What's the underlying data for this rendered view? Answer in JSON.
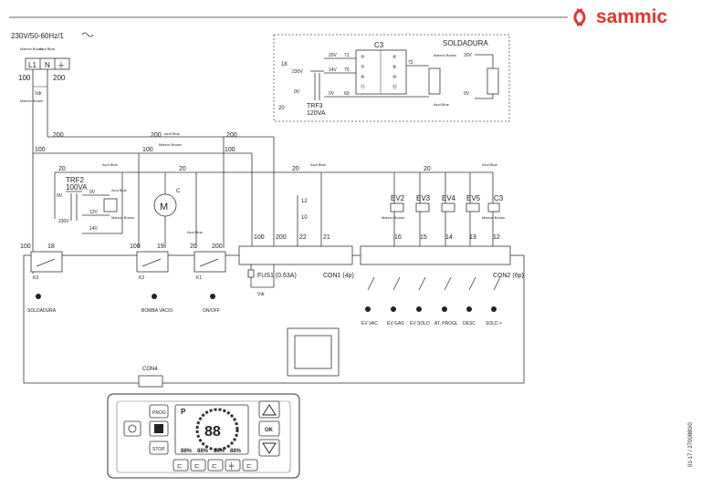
{
  "header": {
    "brand_name": "sammic",
    "brand_color": "#e2362f",
    "brand_icon": "sammic-logo-icon"
  },
  "supply": {
    "label": "230V/50-60Hz/1",
    "terminals": [
      "L1",
      "N",
      "⏚"
    ],
    "wire_l1": "100",
    "wire_n": "200",
    "vdr": "Vdr",
    "color_l1": "Marron Brown",
    "color_n": "Azul Blue"
  },
  "welding_box": {
    "title": "SOLDADURA",
    "c3_label": "C3",
    "trf3_name": "TRF3",
    "trf3_power": "120VA",
    "trf3_primary": "230V",
    "trf3_zero": "0V",
    "tap_20v": "20V",
    "tap_14v": "14V",
    "tap_0v": "0V",
    "wire_18": "18",
    "wire_20": "20",
    "wire_71": "71",
    "wire_70": "70",
    "wire_60": "60",
    "wire_72": "72",
    "out_20v": "20V",
    "out_0v": "0V",
    "contact_nums": [
      "⑤",
      "⑥",
      "⑦",
      "⑧",
      "⑨",
      "⑩",
      "⑪",
      "⑫"
    ],
    "wire_colors": [
      "Marron Brown",
      "Azul Blue"
    ]
  },
  "bus": {
    "wire_200": "200",
    "wire_100": "100",
    "wire_20": "20",
    "color_brown": "Marron Brown",
    "color_blue": "Azul Blue"
  },
  "trf2": {
    "name": "TRF2",
    "power": "100VA",
    "primary": "230V",
    "v0": "0V",
    "v12": "12V",
    "v14": "14V",
    "v0_top": "0V"
  },
  "motor": {
    "symbol": "M",
    "c_label": "C"
  },
  "sensor": {
    "label12": "12",
    "label10": "10"
  },
  "valves": {
    "labels": [
      "EV2",
      "EV3",
      "EV4",
      "EV5",
      "C3"
    ]
  },
  "relays": {
    "k3": {
      "label": "K3",
      "wire_left": "100",
      "wire_right": "18",
      "caption": "SOLDADURA"
    },
    "k2": {
      "label": "K2",
      "wire_left": "100",
      "wire_right": "19",
      "caption": "BOMBA VACIO"
    },
    "k1": {
      "label": "K1",
      "wire_left": "20",
      "wire_right": "200",
      "caption": "ON/OFF"
    }
  },
  "con1": {
    "label": "CON1 (4p)",
    "pins": [
      "100",
      "200",
      "22",
      "21"
    ],
    "fuse": "FUS1 (0.63A)",
    "vdr": "Vdr"
  },
  "con2": {
    "label": "CON2 (6p)",
    "pins": [
      "16",
      "15",
      "14",
      "13",
      "12"
    ],
    "outputs": [
      "EV VAC",
      "EV GAS",
      "EV SOLD",
      "AT. PROGL",
      "DESC",
      "SOLD +"
    ]
  },
  "con4": {
    "label": "CON4"
  },
  "panel": {
    "prog": "PROG",
    "stop": "STOP",
    "ok": "OK",
    "display_mode": "P",
    "display_digits": "88",
    "display_small": "88",
    "display_units": [
      "88%",
      "88%",
      "88%",
      "88%"
    ],
    "mini_buttons": [
      "⊏",
      "⊏",
      "⊏",
      "╪",
      "⊏"
    ]
  },
  "doc_code": "01-17 / 2700880/0"
}
